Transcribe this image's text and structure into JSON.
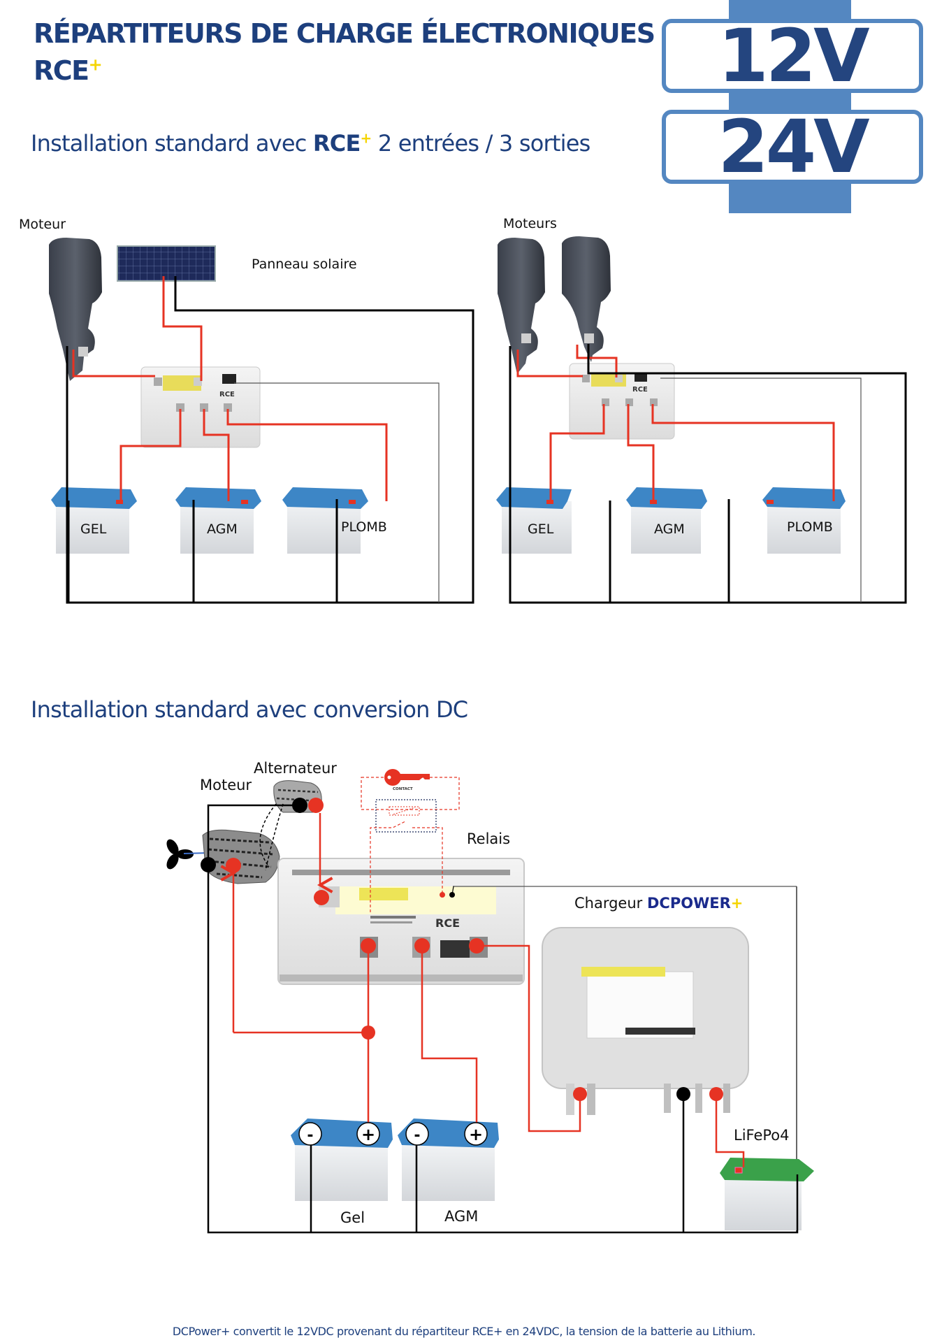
{
  "header": {
    "title_line1": "RÉPARTITEURS DE CHARGE ÉLECTRONIQUES",
    "title_line2": "RCE",
    "title_plus": "+",
    "voltage_badges": [
      "12V",
      "24V"
    ]
  },
  "section1": {
    "title_prefix": "Installation standard avec ",
    "title_product": "RCE",
    "title_plus": "+",
    "title_suffix": " 2 entrées / 3 sorties",
    "diagram_left": {
      "engine_label": "Moteur",
      "solar_label": "Panneau solaire",
      "batteries": [
        "GEL",
        "AGM",
        "PLOMB"
      ],
      "device_label": "RCE"
    },
    "diagram_right": {
      "engine_label": "Moteurs",
      "batteries": [
        "GEL",
        "AGM",
        "PLOMB"
      ],
      "device_label": "RCE"
    }
  },
  "section2": {
    "title": "Installation standard avec conversion DC",
    "alternator_label": "Alternateur",
    "engine_label": "Moteur",
    "key_label": "CONTACT",
    "relay_label": "Relais",
    "charger_prefix": "Chargeur ",
    "charger_brand": "DCPOWER",
    "charger_plus": "+",
    "device_label": "RCE",
    "batteries": [
      "Gel",
      "AGM"
    ],
    "lithium_label": "LiFePo4",
    "terminal_minus": "-",
    "terminal_plus": "+"
  },
  "footer": {
    "note": "DCPower+ convertit le 12VDC provenant du répartiteur RCE+ en 24VDC, la tension de la batterie au Lithium."
  },
  "colors": {
    "brand_blue": "#1d3f7d",
    "badge_blue": "#5487c1",
    "accent_yellow": "#f5d500",
    "wire_positive": "#e63323",
    "wire_negative": "#000000",
    "battery_lid_blue": "#3d86c6",
    "battery_lid_green": "#3aa14a"
  }
}
